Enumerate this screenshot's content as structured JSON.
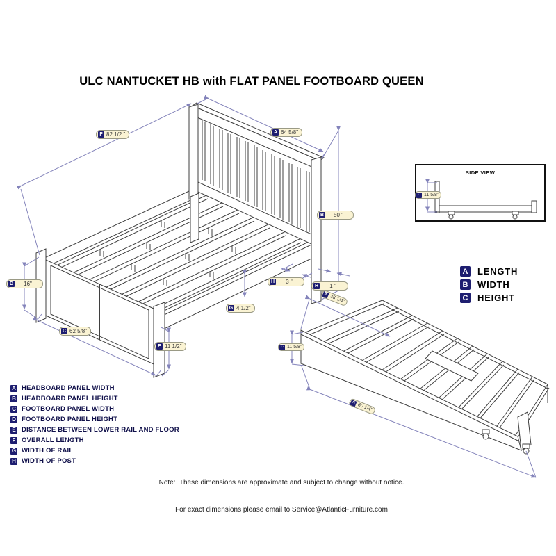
{
  "title": "ULC NANTUCKET HB with FLAT PANEL FOOTBOARD QUEEN",
  "side_view": {
    "title": "SIDE VIEW"
  },
  "dims": {
    "overall_length": {
      "key": "F",
      "value": "82 1/2 \""
    },
    "headboard_width": {
      "key": "A",
      "value": "64 5/8\""
    },
    "headboard_height": {
      "key": "B",
      "value": "50 \""
    },
    "footboard_height": {
      "key": "D",
      "value": "16\""
    },
    "footboard_width": {
      "key": "C",
      "value": "62 5/8\""
    },
    "rail_to_floor": {
      "key": "E",
      "value": "11 1/2\""
    },
    "post_width": {
      "key": "H",
      "value": "3 \""
    },
    "post_inset": {
      "key": "H",
      "value": "1 \""
    },
    "rail_width": {
      "key": "G",
      "value": "4 1/2\""
    },
    "trundle_width": {
      "key": "B",
      "value": "38 1/4\""
    },
    "trundle_height": {
      "key": "C",
      "value": "11 5/8\""
    },
    "trundle_length": {
      "key": "A",
      "value": "80 1/4\""
    },
    "sideview_height": {
      "key": "C",
      "value": "11 5/8\""
    }
  },
  "abc_legend": [
    {
      "key": "A",
      "label": "LENGTH"
    },
    {
      "key": "B",
      "label": "WIDTH"
    },
    {
      "key": "C",
      "label": "HEIGHT"
    }
  ],
  "legend": [
    {
      "key": "A",
      "label": "HEADBOARD PANEL WIDTH"
    },
    {
      "key": "B",
      "label": "HEADBOARD PANEL HEIGHT"
    },
    {
      "key": "C",
      "label": "FOOTBOARD PANEL WIDTH"
    },
    {
      "key": "D",
      "label": "FOOTBOARD PANEL HEIGHT"
    },
    {
      "key": "E",
      "label": "DISTANCE BETWEEN LOWER RAIL AND FLOOR"
    },
    {
      "key": "F",
      "label": "OVERALL LENGTH"
    },
    {
      "key": "G",
      "label": "WIDTH OF RAIL"
    },
    {
      "key": "H",
      "label": "WIDTH OF POST"
    }
  ],
  "note": {
    "line1": "Note:  These dimensions are approximate and subject to change without notice.",
    "line2": "For exact dimensions please email to Service@AtlanticFurniture.com"
  },
  "colors": {
    "badge": "#1e1e70",
    "label_bg": "#faf3d3",
    "dim_line": "#8484bb",
    "draw_line": "#3f3f3f"
  }
}
